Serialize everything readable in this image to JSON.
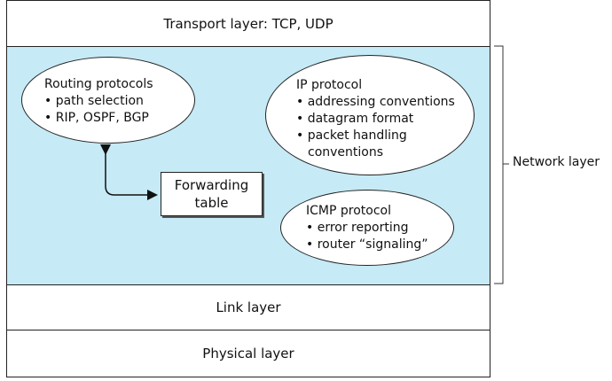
{
  "layers": {
    "transport": "Transport layer: TCP, UDP",
    "link": "Link layer",
    "physical": "Physical layer",
    "network_label": "Network layer"
  },
  "routing": {
    "title": "Routing protocols",
    "items": [
      "path selection",
      "RIP, OSPF, BGP"
    ]
  },
  "ip": {
    "title": "IP protocol",
    "items": [
      "addressing conventions",
      "datagram format",
      "packet handling"
    ],
    "continuation": "conventions"
  },
  "icmp": {
    "title": "ICMP protocol",
    "items": [
      "error reporting",
      "router “signaling”"
    ]
  },
  "forwarding": {
    "line1": "Forwarding",
    "line2": "table"
  }
}
